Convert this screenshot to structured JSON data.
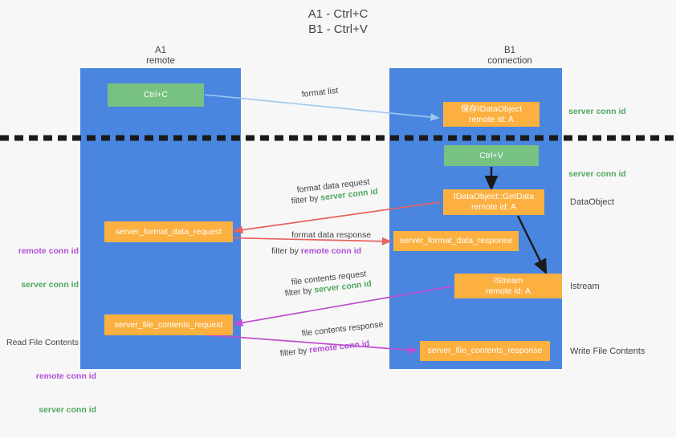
{
  "title": "A1 - Ctrl+C\nB1 - Ctrl+V",
  "lanes": [
    {
      "name": "A1",
      "sub": "remote",
      "header": "A1\nremote"
    },
    {
      "name": "B1",
      "sub": "connection",
      "header": "B1\nconnection"
    }
  ],
  "boxes": [
    {
      "id": "ctrl-c",
      "label": "Ctrl+C",
      "color": "#77c182"
    },
    {
      "id": "save-idataobject",
      "label": "保存IDataObject\nremote id: A",
      "color": "#fbb040"
    },
    {
      "id": "ctrl-v",
      "label": "Ctrl+V",
      "color": "#77c182"
    },
    {
      "id": "idataobject-getdata",
      "label": "IDataObject::GetData\nremote id: A",
      "color": "#fbb040"
    },
    {
      "id": "server-format-data-request",
      "label": "server_format_data_request",
      "color": "#fbb040"
    },
    {
      "id": "server-format-data-response",
      "label": "server_format_data_response",
      "color": "#fbb040"
    },
    {
      "id": "istream",
      "label": "IStream\nremote id: A",
      "color": "#fbb040"
    },
    {
      "id": "server-file-contents-request",
      "label": "server_file_contents_request",
      "color": "#fbb040"
    },
    {
      "id": "server-file-contents-response",
      "label": "server_file_contents_response",
      "color": "#fbb040"
    }
  ],
  "arrow_labels": {
    "format_list": "format list",
    "format_data_request": "format data request",
    "format_data_request_filter_prefix": "filter by ",
    "format_data_request_filter_value": "server conn id",
    "format_data_response": "format data response",
    "format_data_response_filter_prefix": "filter by ",
    "format_data_response_filter_value": "remote conn id",
    "file_contents_request": "file contents request",
    "file_contents_request_filter_prefix": "filter by ",
    "file_contents_request_filter_value": "server conn id",
    "file_contents_response": "file contents response",
    "file_contents_response_filter_prefix": "filter by ",
    "file_contents_response_filter_value": "remote conn id"
  },
  "right_labels": {
    "server_conn_id_top": "server conn id",
    "server_conn_id_mid": "server conn id",
    "data_object": "DataObject",
    "istream": "Istream",
    "write_file_contents": "Write File Contents"
  },
  "left_labels": {
    "remote_conn_id_1": "remote conn id",
    "server_conn_id_1": "server conn id",
    "read_file_contents": "Read File Contents",
    "remote_conn_id_2": "remote conn id",
    "server_conn_id_2": "server conn id"
  },
  "colors": {
    "lane": "#4a86e0",
    "green_box": "#77c182",
    "orange_box": "#fbb040",
    "green_text": "#4fa85f",
    "purple_text": "#b14fd8",
    "red_arrow": "#e8635f",
    "magenta_arrow": "#c04fd0",
    "lightblue_arrow": "#9ec8ef",
    "black_arrow": "#1a1a1a",
    "background": "#f7f7f7"
  }
}
